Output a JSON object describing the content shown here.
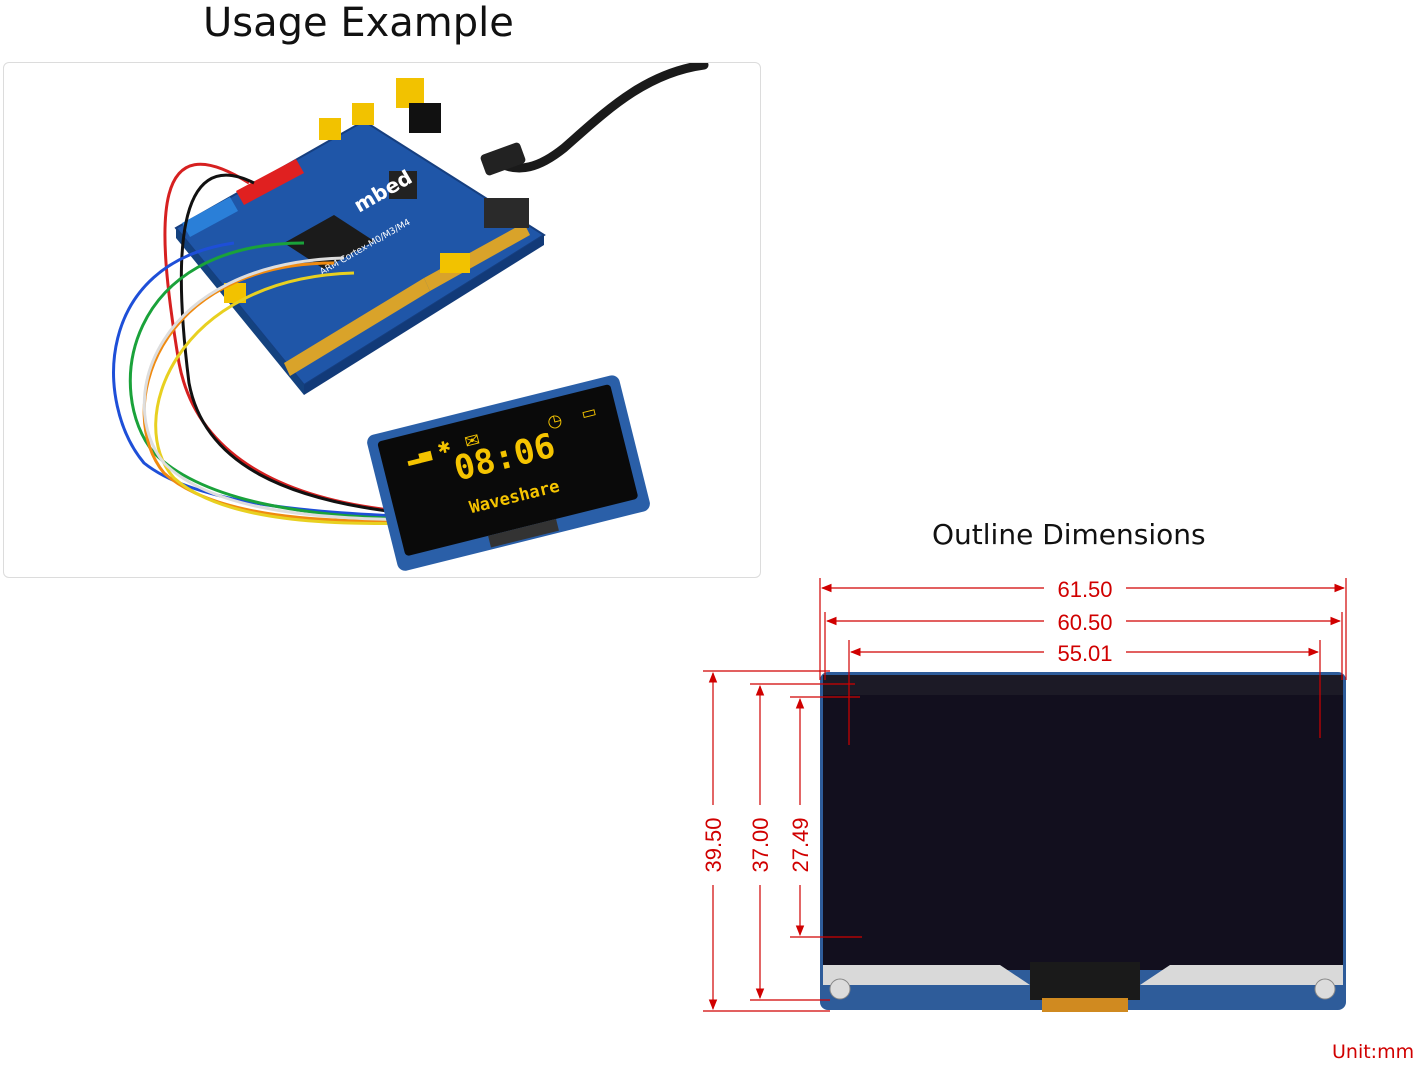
{
  "usage_title": "Usage Example",
  "outline_title": "Outline Dimensions",
  "unit_label": "Unit:mm",
  "oled": {
    "time": "08:06",
    "brand": "Waveshare"
  },
  "board": {
    "label_mbed": "mbed",
    "label_cpu": "ARM Cortex-M0/M3/M4"
  },
  "dimensions": {
    "width_outer": "61.50",
    "width_pcb": "60.50",
    "width_active": "55.01",
    "height_outer": "39.50",
    "height_pcb": "37.00",
    "height_active": "27.49"
  },
  "colors": {
    "dimension_line": "#d00000",
    "board_blue": "#1f56a8",
    "oled_text": "#f5c400",
    "panel_dark": "#120f1e"
  }
}
